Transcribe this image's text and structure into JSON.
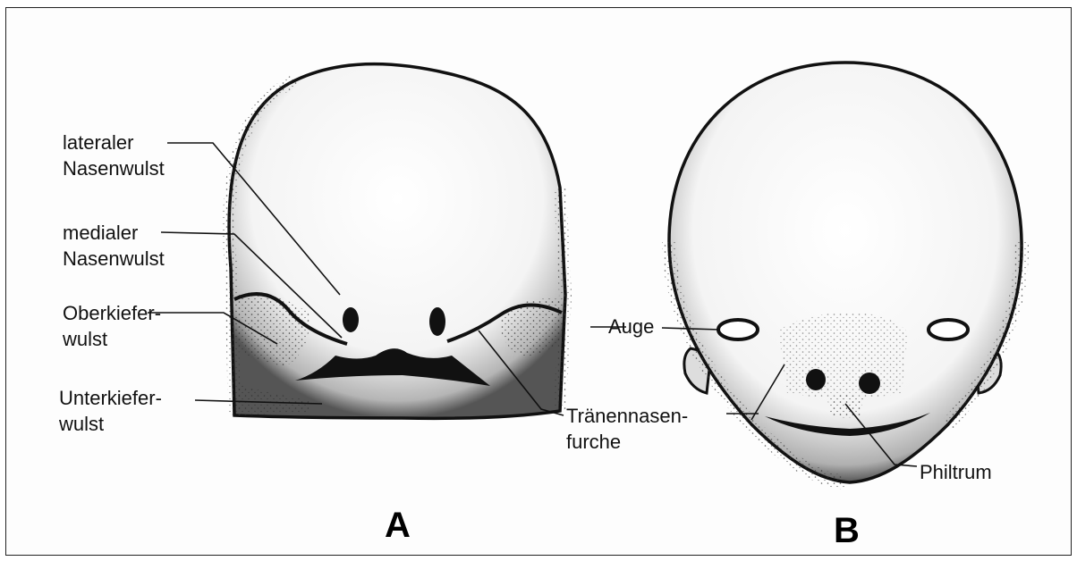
{
  "figure": {
    "panel_a": {
      "letter": "A",
      "labels": {
        "lateral_1": "lateraler",
        "lateral_2": "Nasenwulst",
        "medial_1": "medialer",
        "medial_2": "Nasenwulst",
        "oberkiefer_1": "Oberkiefer-",
        "oberkiefer_2": "wulst",
        "unterkiefer_1": "Unterkiefer-",
        "unterkiefer_2": "wulst"
      }
    },
    "panel_b": {
      "letter": "B",
      "labels": {
        "auge": "Auge",
        "traenen_1": "Tränennasen-",
        "traenen_2": "furche",
        "philtrum": "Philtrum"
      }
    }
  }
}
